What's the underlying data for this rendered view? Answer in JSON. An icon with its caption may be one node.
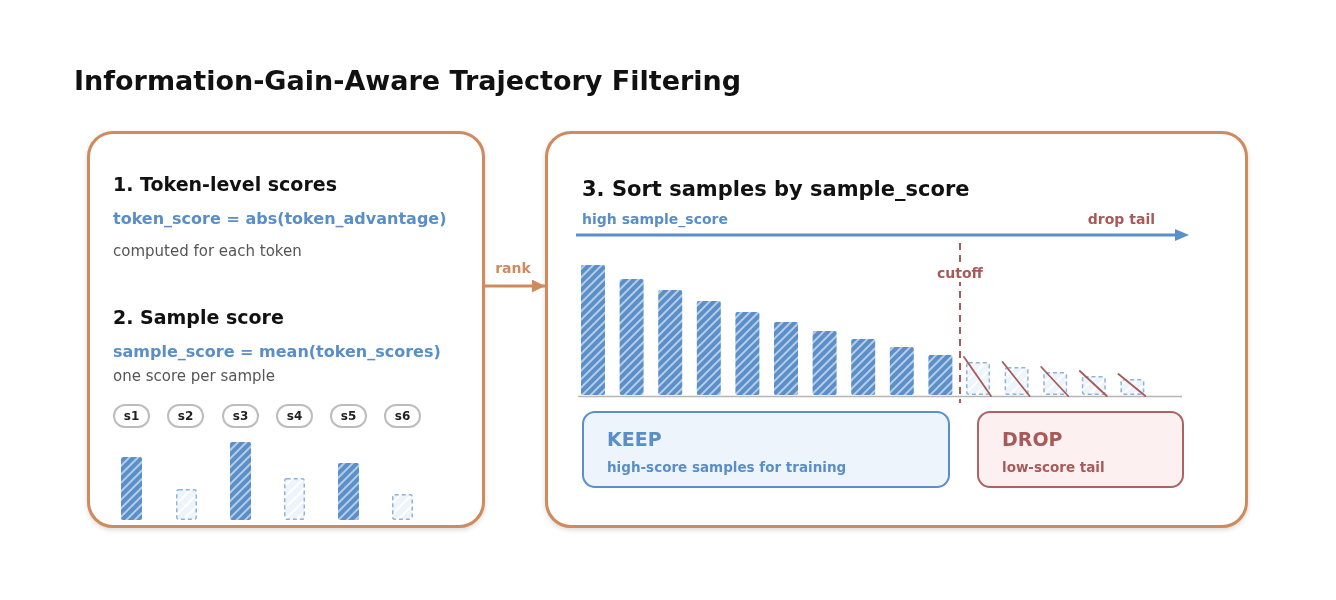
{
  "diagram": {
    "title": "Information-Gain-Aware Trajectory Filtering",
    "nodes": [
      {
        "text": [
          "1. Token-level scores",
          "token_score = abs(token_advantage)",
          "computed for each token",
          "2. Sample score",
          "sample_score = mean(token_scores)",
          "one score per sample"
        ]
      },
      {
        "text": [
          "s1"
        ],
        "in": 0
      },
      {
        "text": [
          "s2"
        ],
        "in": 0
      },
      {
        "text": [
          "s3"
        ],
        "in": 0
      },
      {
        "text": [
          "s4"
        ],
        "in": 0
      },
      {
        "text": [
          "s5"
        ],
        "in": 0
      },
      {
        "text": [
          "s6"
        ],
        "in": 0
      },
      {
        "text": [
          "3. Sort samples by sample_score"
        ]
      },
      {
        "text": [
          "KEEP",
          "high-score samples for training"
        ],
        "in": 7
      },
      {
        "text": [
          "DROP",
          "low-score tail"
        ],
        "in": 7
      }
    ],
    "edges": [
      {
        "from": 0,
        "to": 7,
        "arrow": "to",
        "label": "rank"
      }
    ],
    "labels": [
      "high sample_score",
      "drop tail",
      "cutoff"
    ]
  }
}
